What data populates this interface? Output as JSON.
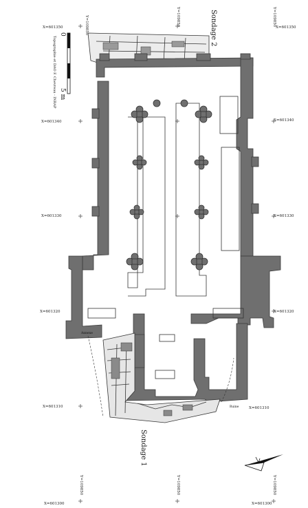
{
  "labels": {
    "sondage_2": "Sondage 2",
    "sondage_1": "Sondage 1",
    "scale_zero": "0",
    "scale_len": "5 m",
    "credit": "Topographie et DAO F. Chevreau - INRAP",
    "annex_small": "Annexe",
    "crypt_small": "Ruine"
  },
  "y_coords": {
    "top_left": "Y=109850",
    "top_mid": "Y=109850",
    "top_right": "Y=109850",
    "bottom_left": "Y=109850",
    "bottom_mid": "Y=109850",
    "bottom_right": "Y=109850"
  },
  "x_coords": {
    "r1_left": "X=601350",
    "r1_right": "X=601350",
    "r2_left": "X=601340",
    "r2_right": "X=601340",
    "r3_left": "X=601330",
    "r3_right": "X=601330",
    "r4_left": "X=601320",
    "r4_right": "X=601320",
    "r5_left": "X=601310",
    "r5_right": "X=601310",
    "r6_left": "X=601300",
    "r6_right": "X=601300"
  },
  "colors": {
    "wall": "#6f6f6f",
    "background": "#ffffff"
  },
  "icons": {
    "north_arrow": "north-arrow-icon"
  }
}
